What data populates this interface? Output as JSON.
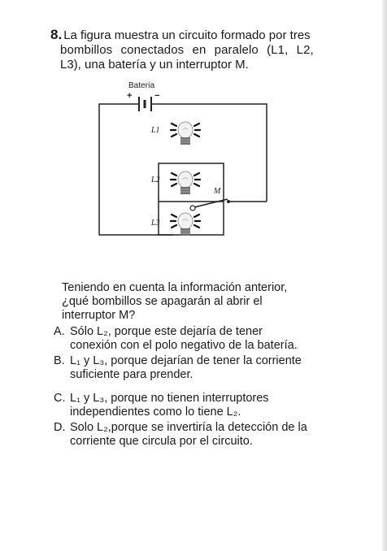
{
  "question": {
    "number": "8.",
    "line1": "La figura muestra un circuito formado por tres",
    "line2": "bombillos conectados en paralelo (L1, L2,",
    "line3": "L3), una batería y un interruptor M."
  },
  "figure": {
    "battery_label": "Batería",
    "plus_sign": "+",
    "minus_sign": "−",
    "bulb1_label": "L1",
    "bulb2_label": "L2",
    "bulb3_label": "L3",
    "switch_label": "M"
  },
  "lead": {
    "line1": "Teniendo en cuenta la información anterior,",
    "line2": "¿qué bombillos se apagarán al abrir el",
    "line3": "interruptor M?"
  },
  "options": [
    {
      "letter": "A.",
      "line1": "Sólo L₂, porque este dejaría de tener",
      "line2": "conexión con el polo negativo de la batería."
    },
    {
      "letter": "B.",
      "line1": "L₁ y L₃, porque dejarían de tener la corriente",
      "line2": "suficiente para prender."
    },
    {
      "letter": "C.",
      "line1": "L₁ y L₃, porque no tienen interruptores",
      "line2": "independientes como lo tiene L₂."
    },
    {
      "letter": "D.",
      "line1": "Solo L₂,porque se invertiría la detección de la",
      "line2": "corriente que circula por el circuito."
    }
  ],
  "colors": {
    "text": "#1a1a1a",
    "wire": "#222222",
    "bulb_glass": "#f2f2f2",
    "bulb_base": "#6f6f6f"
  }
}
